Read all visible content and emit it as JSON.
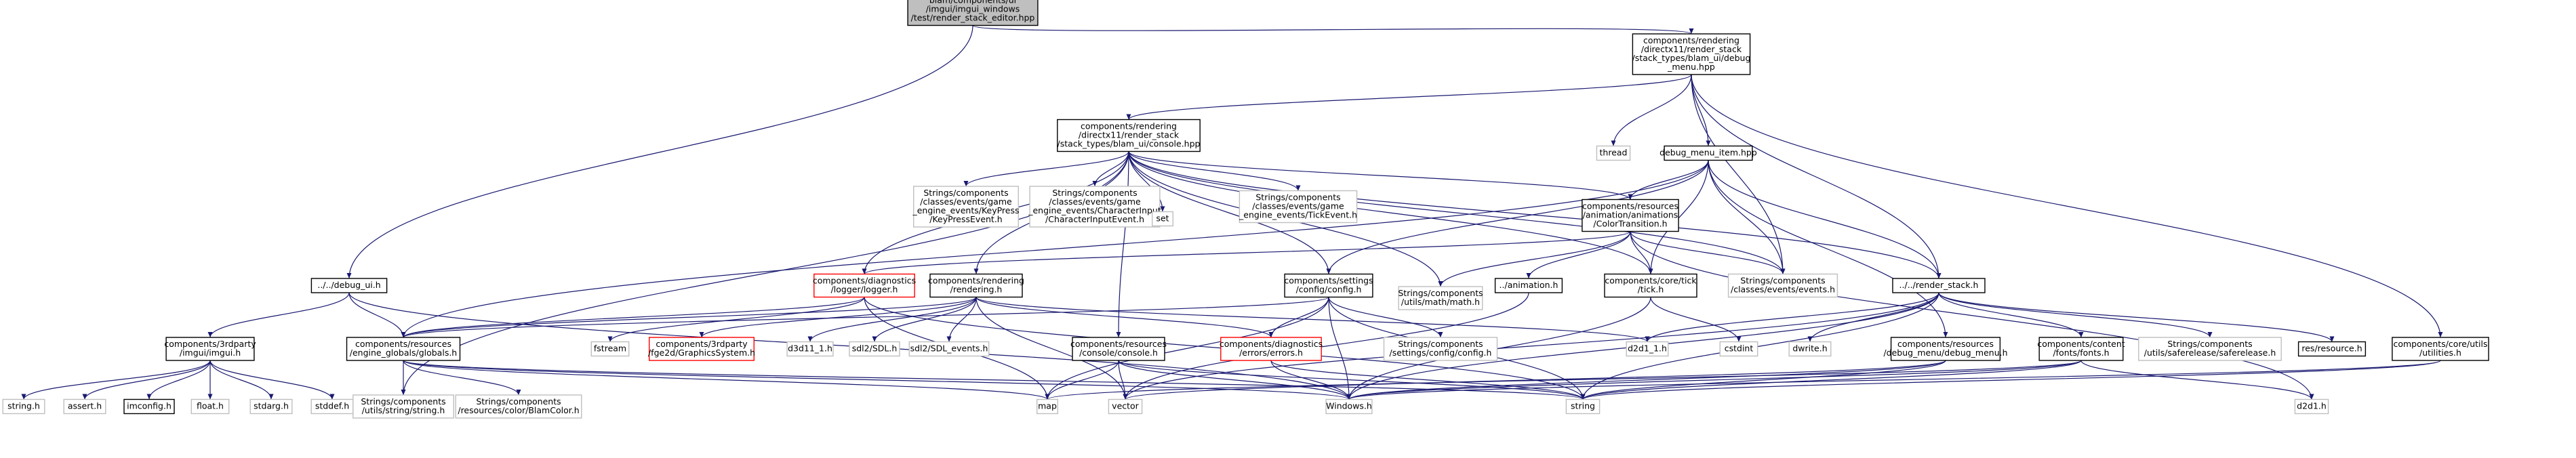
{
  "diagram": {
    "nodes": [
      {
        "id": "root",
        "lines": [
          "blam/components/ui",
          "/imgui/imgui_windows",
          "/test/render_stack_editor.hpp"
        ],
        "style": "root"
      },
      {
        "id": "debug_menu",
        "lines": [
          "components/rendering",
          "/directx11/render_stack",
          "/stack_types/blam_ui/debug",
          "_menu.hpp"
        ],
        "style": "normal"
      },
      {
        "id": "console",
        "lines": [
          "components/rendering",
          "/directx11/render_stack",
          "/stack_types/blam_ui/console.hpp"
        ],
        "style": "normal"
      },
      {
        "id": "thread",
        "lines": [
          "thread"
        ],
        "style": "system"
      },
      {
        "id": "menu_item",
        "lines": [
          "debug_menu_item.hpp"
        ],
        "style": "normal"
      },
      {
        "id": "keypress",
        "lines": [
          "Strings/components",
          "/classes/events/game",
          "_engine_events/KeyPress",
          "/KeyPressEvent.h"
        ],
        "style": "system"
      },
      {
        "id": "charinput",
        "lines": [
          "Strings/components",
          "/classes/events/game",
          "_engine_events/CharacterInput",
          "/CharacterInputEvent.h"
        ],
        "style": "system"
      },
      {
        "id": "set",
        "lines": [
          "set"
        ],
        "style": "system"
      },
      {
        "id": "tickevent",
        "lines": [
          "Strings/components",
          "/classes/events/game",
          "_engine_events/TickEvent.h"
        ],
        "style": "system"
      },
      {
        "id": "colortrans",
        "lines": [
          "components/resources",
          "/animation/animations",
          "/ColorTransition.h"
        ],
        "style": "normal"
      },
      {
        "id": "debug_ui",
        "lines": [
          "../../debug_ui.h"
        ],
        "style": "normal"
      },
      {
        "id": "logger",
        "lines": [
          "components/diagnostics",
          "/logger/logger.h"
        ],
        "style": "missing"
      },
      {
        "id": "rendering",
        "lines": [
          "components/rendering",
          "/rendering.h"
        ],
        "style": "normal"
      },
      {
        "id": "config",
        "lines": [
          "components/settings",
          "/config/config.h"
        ],
        "style": "normal"
      },
      {
        "id": "math",
        "lines": [
          "Strings/components",
          "/utils/math/math.h"
        ],
        "style": "system"
      },
      {
        "id": "animation",
        "lines": [
          "../animation.h"
        ],
        "style": "normal"
      },
      {
        "id": "tick",
        "lines": [
          "components/core/tick",
          "/tick.h"
        ],
        "style": "normal"
      },
      {
        "id": "events",
        "lines": [
          "Strings/components",
          "/classes/events/events.h"
        ],
        "style": "system"
      },
      {
        "id": "render_stack",
        "lines": [
          "../../render_stack.h"
        ],
        "style": "normal"
      },
      {
        "id": "imgui",
        "lines": [
          "components/3rdparty",
          "/imgui/imgui.h"
        ],
        "style": "normal"
      },
      {
        "id": "globals",
        "lines": [
          "components/resources",
          "/engine_globals/globals.h"
        ],
        "style": "normal"
      },
      {
        "id": "fstream",
        "lines": [
          "fstream"
        ],
        "style": "system"
      },
      {
        "id": "gpu",
        "lines": [
          "components/3rdparty",
          "/fge2d/GraphicsSystem.h"
        ],
        "style": "missing"
      },
      {
        "id": "d3d11",
        "lines": [
          "d3d11_1.h"
        ],
        "style": "system"
      },
      {
        "id": "sdl",
        "lines": [
          "sdl2/SDL.h"
        ],
        "style": "system"
      },
      {
        "id": "sdl_events",
        "lines": [
          "sdl2/SDL_events.h"
        ],
        "style": "system"
      },
      {
        "id": "errors",
        "lines": [
          "components/diagnostics",
          "/errors/errors.h"
        ],
        "style": "missing"
      },
      {
        "id": "cfgcfg",
        "lines": [
          "Strings/components",
          "/settings/config/config.h"
        ],
        "style": "system"
      },
      {
        "id": "d2d1_1",
        "lines": [
          "d2d1_1.h"
        ],
        "style": "system"
      },
      {
        "id": "cstdint",
        "lines": [
          "cstdint"
        ],
        "style": "system"
      },
      {
        "id": "dwrite",
        "lines": [
          "dwrite.h"
        ],
        "style": "system"
      },
      {
        "id": "fonts",
        "lines": [
          "components/content",
          "/fonts/fonts.h"
        ],
        "style": "normal"
      },
      {
        "id": "saferelease",
        "lines": [
          "Strings/components",
          "/utils/saferelease/saferelease.h"
        ],
        "style": "system"
      },
      {
        "id": "resource",
        "lines": [
          "res/resource.h"
        ],
        "style": "normal"
      },
      {
        "id": "utilities",
        "lines": [
          "components/core/utils",
          "/utilities.h"
        ],
        "style": "normal"
      },
      {
        "id": "res_debug_menu",
        "lines": [
          "components/resources",
          "/debug_menu/debug_menu.h"
        ],
        "style": "normal"
      },
      {
        "id": "res_console",
        "lines": [
          "components/resources",
          "/console/console.h"
        ],
        "style": "normal"
      },
      {
        "id": "string_h",
        "lines": [
          "string.h"
        ],
        "style": "system"
      },
      {
        "id": "assert",
        "lines": [
          "assert.h"
        ],
        "style": "system"
      },
      {
        "id": "imconfig",
        "lines": [
          "imconfig.h"
        ],
        "style": "normal"
      },
      {
        "id": "float",
        "lines": [
          "float.h"
        ],
        "style": "system"
      },
      {
        "id": "stdarg",
        "lines": [
          "stdarg.h"
        ],
        "style": "system"
      },
      {
        "id": "stddef",
        "lines": [
          "stddef.h"
        ],
        "style": "system"
      },
      {
        "id": "str_string",
        "lines": [
          "Strings/components",
          "/utils/string/string.h"
        ],
        "style": "system"
      },
      {
        "id": "blamcolor",
        "lines": [
          "Strings/components",
          "/resources/color/BlamColor.h"
        ],
        "style": "system"
      },
      {
        "id": "map",
        "lines": [
          "map"
        ],
        "style": "system"
      },
      {
        "id": "vector",
        "lines": [
          "vector"
        ],
        "style": "system"
      },
      {
        "id": "windows",
        "lines": [
          "Windows.h"
        ],
        "style": "system"
      },
      {
        "id": "string",
        "lines": [
          "string"
        ],
        "style": "system"
      },
      {
        "id": "d2d1",
        "lines": [
          "d2d1.h"
        ],
        "style": "system"
      }
    ],
    "edges": [
      [
        "root",
        "debug_menu"
      ],
      [
        "root",
        "debug_ui"
      ],
      [
        "debug_menu",
        "console"
      ],
      [
        "debug_menu",
        "thread"
      ],
      [
        "debug_menu",
        "menu_item"
      ],
      [
        "debug_menu",
        "render_stack"
      ],
      [
        "debug_menu",
        "utilities"
      ],
      [
        "debug_menu",
        "events"
      ],
      [
        "console",
        "keypress"
      ],
      [
        "console",
        "charinput"
      ],
      [
        "console",
        "set"
      ],
      [
        "console",
        "tickevent"
      ],
      [
        "console",
        "colortrans"
      ],
      [
        "console",
        "logger"
      ],
      [
        "console",
        "rendering"
      ],
      [
        "console",
        "config"
      ],
      [
        "console",
        "math"
      ],
      [
        "console",
        "tick"
      ],
      [
        "console",
        "events"
      ],
      [
        "console",
        "render_stack"
      ],
      [
        "console",
        "res_console"
      ],
      [
        "console",
        "str_string"
      ],
      [
        "menu_item",
        "colortrans"
      ],
      [
        "menu_item",
        "config"
      ],
      [
        "menu_item",
        "tick"
      ],
      [
        "menu_item",
        "events"
      ],
      [
        "menu_item",
        "render_stack"
      ],
      [
        "menu_item",
        "res_debug_menu"
      ],
      [
        "menu_item",
        "globals"
      ],
      [
        "colortrans",
        "animation"
      ],
      [
        "colortrans",
        "tick"
      ],
      [
        "colortrans",
        "events"
      ],
      [
        "colortrans",
        "math"
      ],
      [
        "colortrans",
        "d2d1"
      ],
      [
        "colortrans",
        "logger"
      ],
      [
        "debug_ui",
        "imgui"
      ],
      [
        "debug_ui",
        "globals"
      ],
      [
        "debug_ui",
        "windows"
      ],
      [
        "logger",
        "globals"
      ],
      [
        "logger",
        "fstream"
      ],
      [
        "logger",
        "map"
      ],
      [
        "logger",
        "string"
      ],
      [
        "rendering",
        "globals"
      ],
      [
        "rendering",
        "gpu"
      ],
      [
        "rendering",
        "d3d11"
      ],
      [
        "rendering",
        "sdl"
      ],
      [
        "rendering",
        "sdl_events"
      ],
      [
        "rendering",
        "errors"
      ],
      [
        "rendering",
        "d2d1_1"
      ],
      [
        "rendering",
        "vector"
      ],
      [
        "config",
        "errors"
      ],
      [
        "config",
        "cfgcfg"
      ],
      [
        "config",
        "map"
      ],
      [
        "config",
        "windows"
      ],
      [
        "config",
        "string"
      ],
      [
        "config",
        "globals"
      ],
      [
        "animation",
        "vector"
      ],
      [
        "tick",
        "cstdint"
      ],
      [
        "tick",
        "windows"
      ],
      [
        "render_stack",
        "fonts"
      ],
      [
        "render_stack",
        "saferelease"
      ],
      [
        "render_stack",
        "resource"
      ],
      [
        "render_stack",
        "dwrite"
      ],
      [
        "render_stack",
        "d2d1_1"
      ],
      [
        "render_stack",
        "string"
      ],
      [
        "render_stack",
        "vector"
      ],
      [
        "render_stack",
        "windows"
      ],
      [
        "imgui",
        "string_h"
      ],
      [
        "imgui",
        "assert"
      ],
      [
        "imgui",
        "imconfig"
      ],
      [
        "imgui",
        "float"
      ],
      [
        "imgui",
        "stdarg"
      ],
      [
        "imgui",
        "stddef"
      ],
      [
        "globals",
        "str_string"
      ],
      [
        "globals",
        "blamcolor"
      ],
      [
        "globals",
        "map"
      ],
      [
        "globals",
        "string"
      ],
      [
        "globals",
        "windows"
      ],
      [
        "errors",
        "windows"
      ],
      [
        "errors",
        "string"
      ],
      [
        "fonts",
        "d2d1"
      ],
      [
        "fonts",
        "string"
      ],
      [
        "fonts",
        "windows"
      ],
      [
        "fonts",
        "map"
      ],
      [
        "utilities",
        "string"
      ],
      [
        "utilities",
        "windows"
      ],
      [
        "res_debug_menu",
        "string"
      ],
      [
        "res_debug_menu",
        "vector"
      ],
      [
        "res_debug_menu",
        "windows"
      ],
      [
        "res_console",
        "map"
      ],
      [
        "res_console",
        "vector"
      ],
      [
        "res_console",
        "windows"
      ],
      [
        "res_console",
        "string"
      ]
    ]
  },
  "colors": {
    "edge": "#191970",
    "root_fill": "#bfbfbf",
    "normal_border": "#000000",
    "system_border": "#bfbfbf",
    "missing_border": "#ff0000"
  }
}
